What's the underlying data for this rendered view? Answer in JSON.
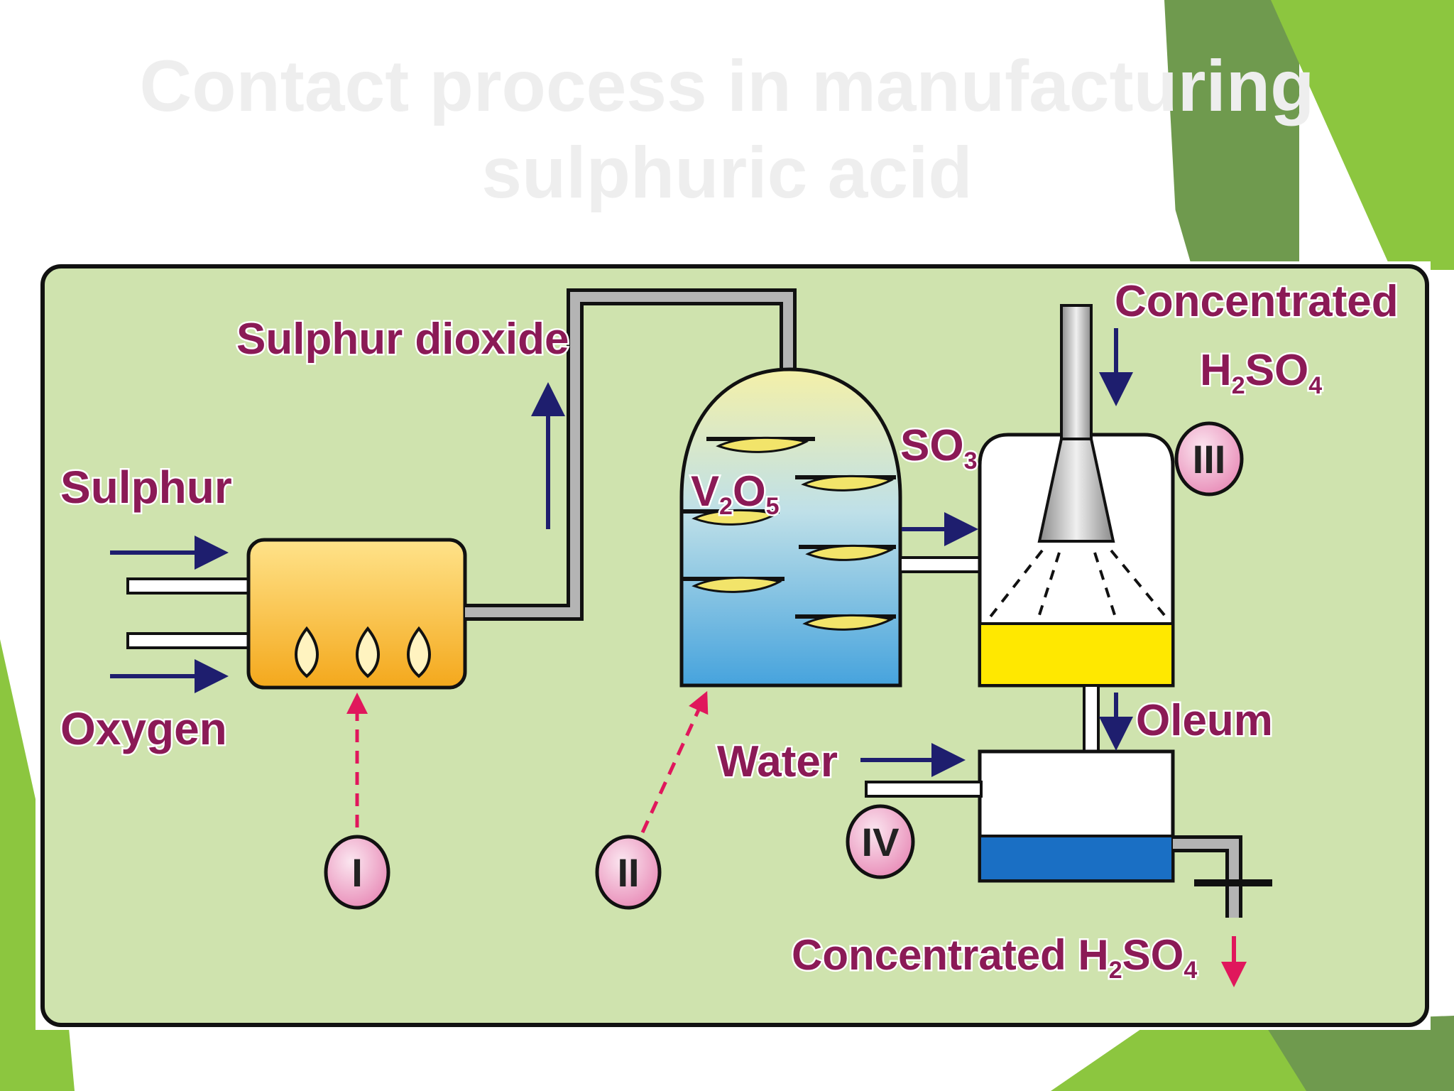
{
  "title": {
    "line1": "Contact process in manufacturing",
    "line2": "sulphuric acid"
  },
  "colors": {
    "panel": "#cfe3ae",
    "label": "#8b1a56",
    "arrow": "#1e1e6e",
    "dashed_arrow": "#e0175c",
    "accent_green": "#8cc63f",
    "dark_green": "#6f9a4e",
    "oleum": "#ffe800",
    "acid": "#1a6fc4"
  },
  "labels": {
    "sulphur": "Sulphur",
    "oxygen": "Oxygen",
    "sulphur_dioxide": "Sulphur dioxide",
    "catalyst": {
      "main1": "V",
      "sub1": "2",
      "main2": "O",
      "sub2": "5"
    },
    "so3": {
      "main": "SO",
      "sub": "3"
    },
    "conc_top": "Concentrated",
    "h2so4_top": {
      "h": "H",
      "sub2": "2",
      "so": "SO",
      "sub4": "4"
    },
    "oleum": "Oleum",
    "water": "Water",
    "conc_bottom": {
      "text": "Concentrated H",
      "sub2": "2",
      "so": "SO",
      "sub4": "4"
    }
  },
  "stages": [
    "I",
    "II",
    "III",
    "IV"
  ]
}
